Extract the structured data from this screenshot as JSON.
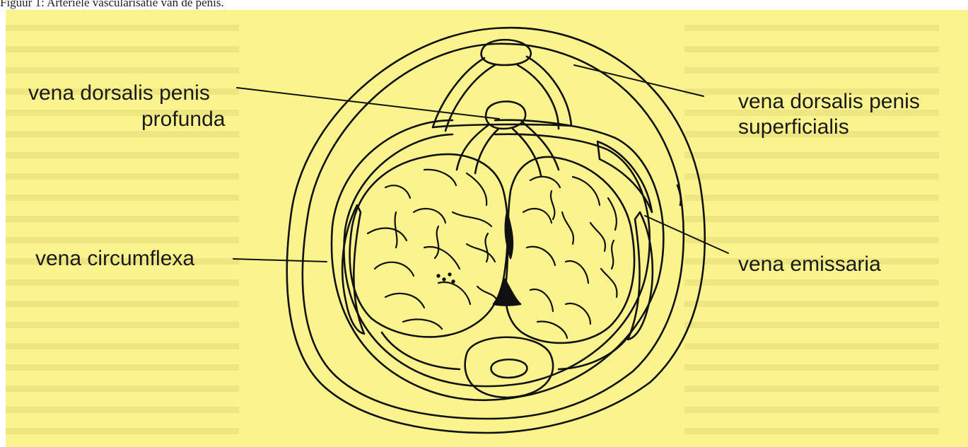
{
  "caption": "Figuur 1: Arteriële vascularisatie van de penis.",
  "labels": {
    "dorsalis_profunda_line1": "vena dorsalis penis",
    "dorsalis_profunda_line2": "profunda",
    "dorsalis_superficialis_line1": "vena dorsalis penis",
    "dorsalis_superficialis_line2": "superficialis",
    "circumflexa": "vena circumflexa",
    "emissaria": "vena emissaria"
  },
  "colors": {
    "background": "#fbf48e",
    "ink": "#111111"
  }
}
